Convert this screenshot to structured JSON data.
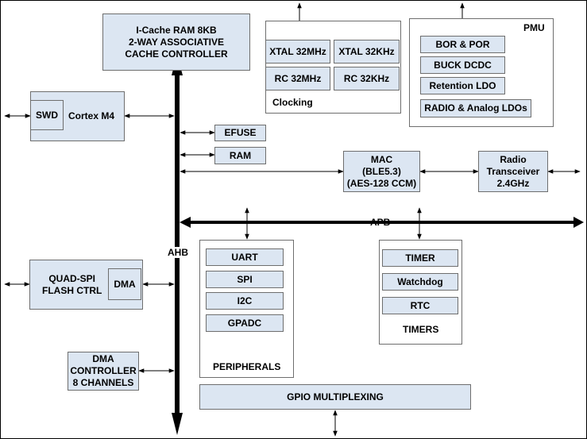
{
  "blocks": {
    "icache": "I-Cache RAM 8KB\n2-WAY ASSOCIATIVE\nCACHE CONTROLLER",
    "swd": "SWD",
    "cortex": "Cortex M4",
    "efuse": "EFUSE",
    "ram": "RAM",
    "mac": "MAC\n(BLE5.3)\n(AES-128 CCM)",
    "radio": "Radio\nTransceiver\n2.4GHz",
    "quadspi": "QUAD-SPI\nFLASH CTRL",
    "dma": "DMA",
    "dma_ctrl": "DMA\nCONTROLLER\n8 CHANNELS",
    "gpio": "GPIO MULTIPLEXING"
  },
  "clocking": {
    "title": "Clocking",
    "items": [
      "XTAL 32MHz",
      "XTAL 32KHz",
      "RC 32MHz",
      "RC 32KHz"
    ]
  },
  "pmu": {
    "title": "PMU",
    "items": [
      "BOR & POR",
      "BUCK DCDC",
      "Retention LDO",
      "RADIO & Analog LDOs"
    ]
  },
  "peripherals": {
    "title": "PERIPHERALS",
    "items": [
      "UART",
      "SPI",
      "I2C",
      "GPADC"
    ]
  },
  "timers": {
    "title": "TIMERS",
    "items": [
      "TIMER",
      "Watchdog",
      "RTC"
    ]
  },
  "bus": {
    "ahb": "AHB",
    "apb": "APB"
  }
}
